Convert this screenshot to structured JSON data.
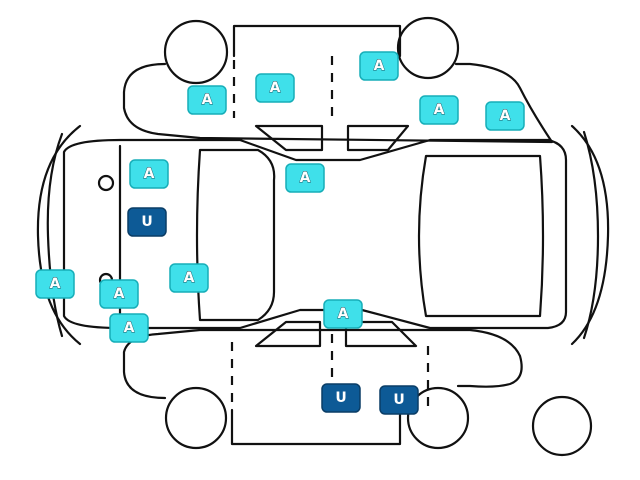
{
  "colors": {
    "badge_a": "#3fe0ea",
    "badge_u": "#0d5a96",
    "line": "#111111"
  },
  "badges": [
    {
      "id": "left-front-fender",
      "code": "A",
      "kind": "a"
    },
    {
      "id": "left-front-door",
      "code": "A",
      "kind": "a"
    },
    {
      "id": "left-rear-door",
      "code": "A",
      "kind": "a"
    },
    {
      "id": "left-rear-quarter-upper",
      "code": "A",
      "kind": "a"
    },
    {
      "id": "left-rear-quarter-tail",
      "code": "A",
      "kind": "a"
    },
    {
      "id": "roof-center",
      "code": "A",
      "kind": "a"
    },
    {
      "id": "hood-upper",
      "code": "A",
      "kind": "a"
    },
    {
      "id": "hood-center",
      "code": "U",
      "kind": "u"
    },
    {
      "id": "hood-lower",
      "code": "A",
      "kind": "a"
    },
    {
      "id": "front-bumper",
      "code": "A",
      "kind": "a"
    },
    {
      "id": "front-right-corner",
      "code": "A",
      "kind": "a"
    },
    {
      "id": "right-front-fender",
      "code": "A",
      "kind": "a"
    },
    {
      "id": "right-front-pillar",
      "code": "A",
      "kind": "a"
    },
    {
      "id": "right-front-door",
      "code": "U",
      "kind": "u"
    },
    {
      "id": "right-rear-door",
      "code": "U",
      "kind": "u"
    }
  ]
}
